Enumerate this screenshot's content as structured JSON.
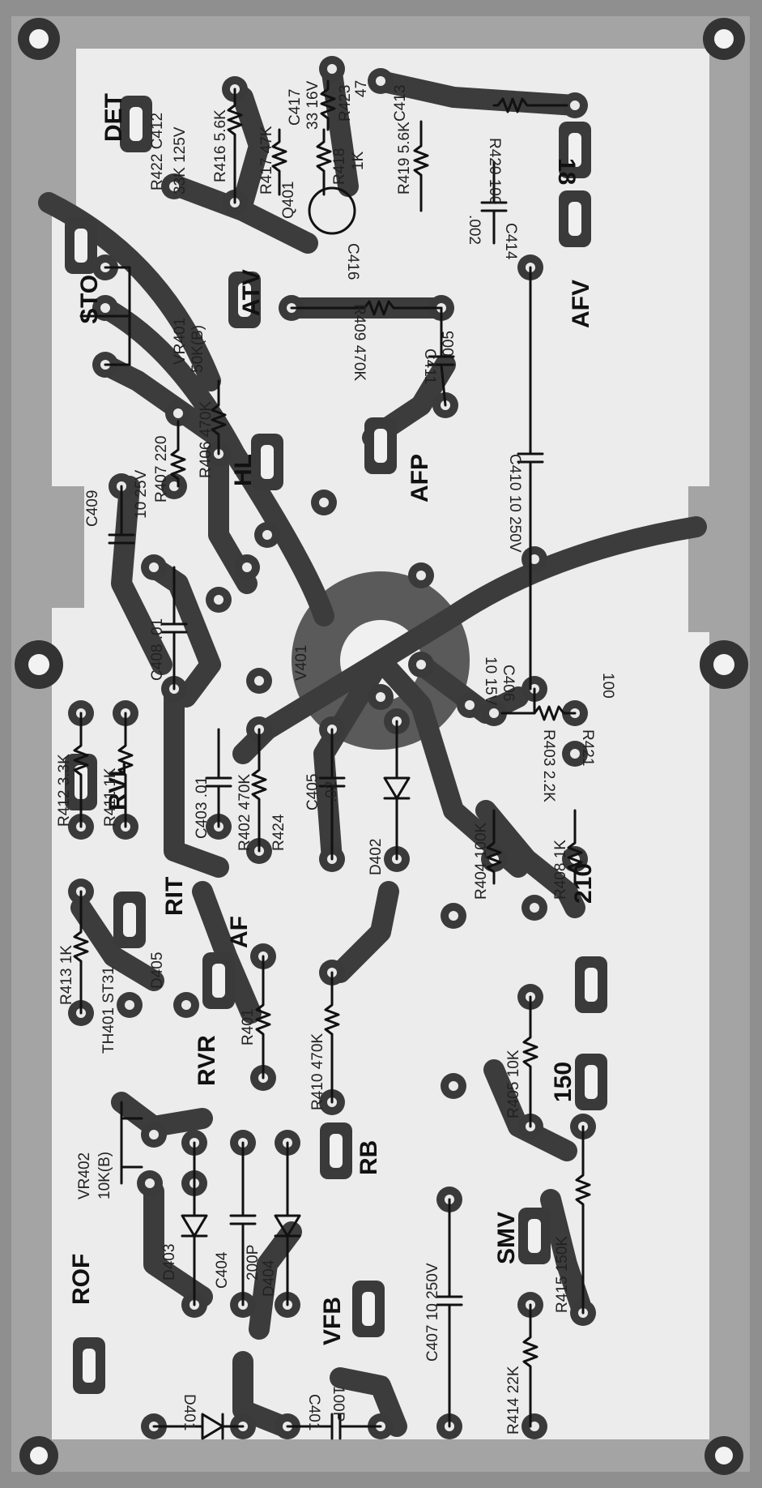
{
  "diagram": {
    "function_labels": {
      "det": "DET",
      "sto": "STO",
      "atv": "ATV",
      "afv": "AFV",
      "hl": "HL",
      "afp": "AFP",
      "rvl": "RVL",
      "rit": "RIT",
      "af": "AF",
      "rvr": "RVR",
      "rb": "RB",
      "rof": "ROF",
      "vfb": "VFB",
      "smv": "SMV",
      "l150": "150",
      "l210": "210",
      "l18": "18"
    },
    "component_labels": {
      "r422_c412": "R422 C412",
      "v33k_125v": "33K 125V",
      "r416": "R416 5.6K",
      "r417": "R417 47K",
      "c417": "C417",
      "c417_val": "33 16V",
      "r423": "R423",
      "r423_val": "47",
      "c413": "C413",
      "r418": "R418",
      "r418_val": "1K",
      "r419": "R419 5.6K",
      "r420": "R420 100",
      "q401": "Q401",
      "c414": "C414",
      "c414_val": ".002",
      "c416": "C416",
      "vr401": "VR401",
      "vr401_val": "50K(B)",
      "r409": "R409 470K",
      "c411": "C411",
      "c411_val": ".005",
      "c409": "C409",
      "c409_val": "10 25V",
      "r407": "R407 220",
      "r406": "R406 470K",
      "c410": "C410 10 250V",
      "v401": "V401",
      "c408": "C408 .01",
      "c406": "C406",
      "c406_val": "10 15V",
      "r403": "R403 2.2K",
      "r421": "R421",
      "r421_val": "100",
      "r412": "R412 3.3K",
      "r411": "R411 1K",
      "c403": "C403 .01",
      "r402": "R402 470K",
      "r424": "R424",
      "c405": "C405",
      "c405_val": ".02",
      "d402": "D402",
      "r404": "R404 100K",
      "r408": "R408 1K",
      "r413": "R413 1K",
      "th401": "TH401 ST31",
      "d405": "D405",
      "r410": "R410 470K",
      "r401": "R401",
      "r405": "R405 10K",
      "vr402": "VR402",
      "vr402_val": "10K(B)",
      "d403": "D403",
      "c404": "C404",
      "c404_val": "200P",
      "d404": "D404",
      "c407": "C407 10 250V",
      "r415": "R415 150K",
      "r414": "R414 22K",
      "d401": "D401",
      "c401": "C401",
      "c401_val": "100P"
    }
  }
}
